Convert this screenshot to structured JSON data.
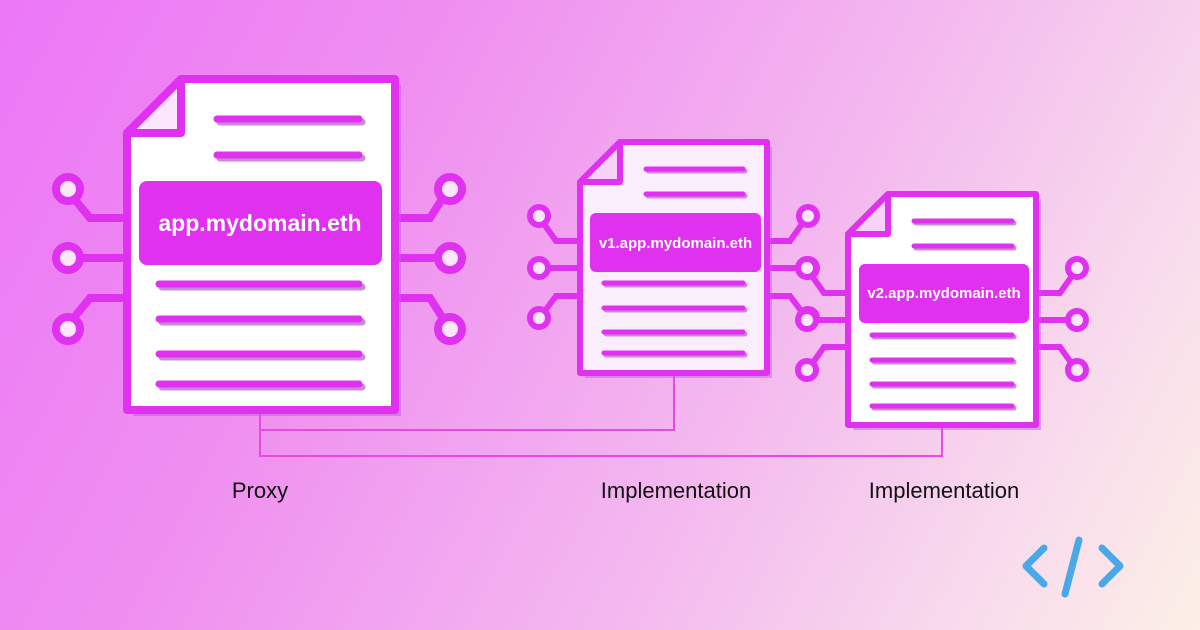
{
  "contracts": {
    "proxy": {
      "domain": "app.mydomain.eth",
      "caption": "Proxy"
    },
    "v1": {
      "domain": "v1.app.mydomain.eth",
      "caption": "Implementation"
    },
    "v2": {
      "domain": "v2.app.mydomain.eth",
      "caption": "Implementation"
    }
  },
  "colors": {
    "accent": "#e030f0",
    "shadow": "#b864d8",
    "document_fill": "#ffffff",
    "small_document_fill": "#fbeefc",
    "label_text": "#ffffff",
    "connector": "#e84ae0",
    "logo": "#4aa8e8"
  },
  "icons": [
    "code-brackets-icon"
  ]
}
